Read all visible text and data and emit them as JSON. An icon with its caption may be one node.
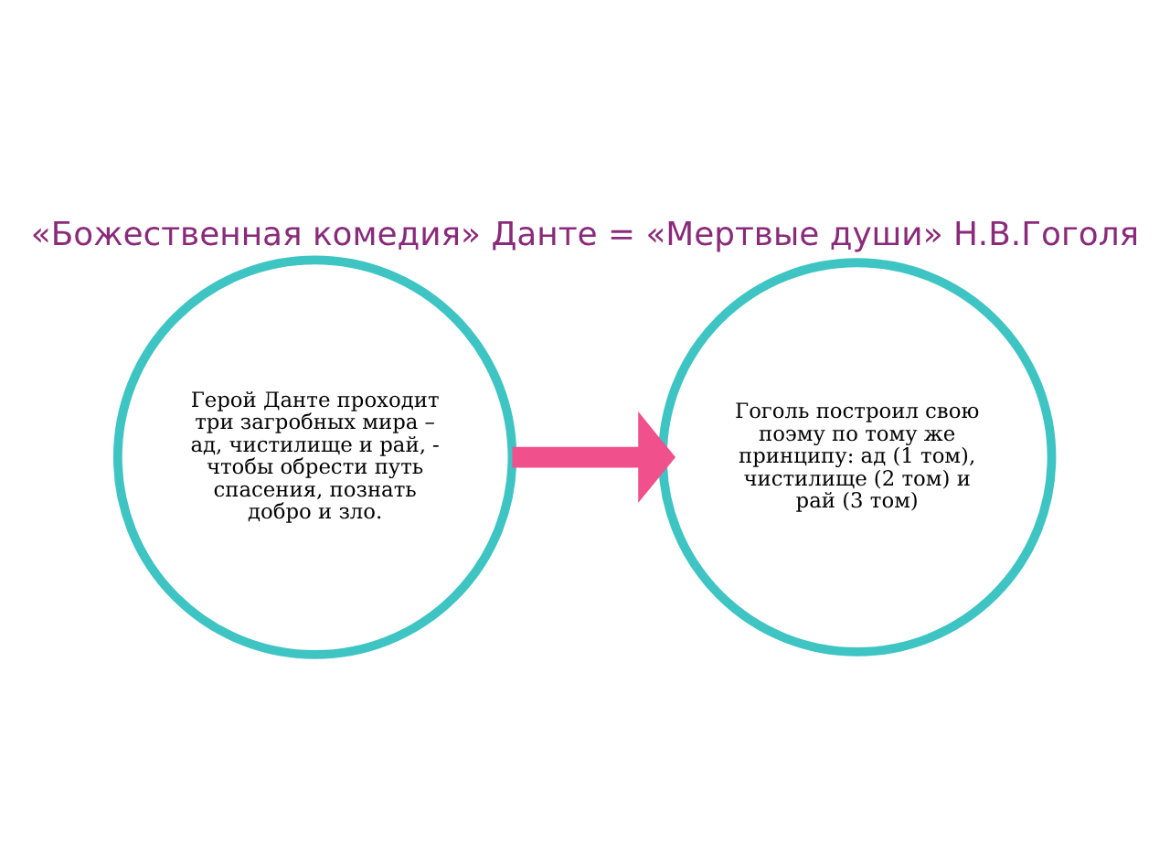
{
  "diagram": {
    "title": "«Божественная комедия» Данте = «Мертвые души» Н.В.Гоголя",
    "nodes": [
      {
        "text": [
          "Герой Данте проходит три загробных мира – ад, чистилище и рай, - чтобы обрести путь спасения, познать добро и зло."
        ]
      },
      {
        "text": [
          "Гоголь построил свою поэму по тому же принципу: ад (1 том), чистилище (2 том) и рай (3 том)"
        ]
      }
    ],
    "edges": [
      {
        "from": 0,
        "to": 1,
        "arrow": "to",
        "color": "#f0508c"
      }
    ]
  }
}
